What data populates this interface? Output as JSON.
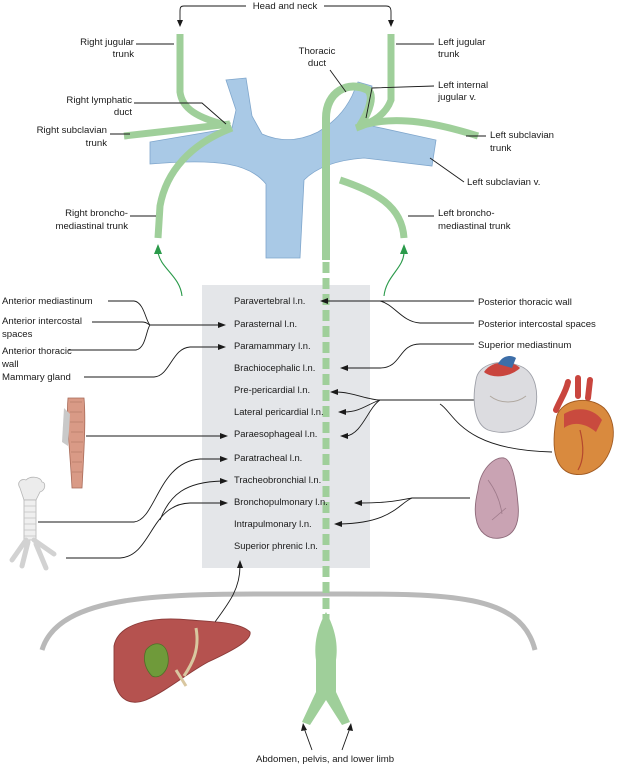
{
  "top_label": "Head and neck",
  "bottom_label": "Abdomen, pelvis, and lower limb",
  "vessels": {
    "right_jugular": [
      "Right jugular",
      "trunk"
    ],
    "left_jugular": [
      "Left jugular",
      "trunk"
    ],
    "thoracic_duct": [
      "Thoracic",
      "duct"
    ],
    "left_internal_jugular": [
      "Left internal",
      "jugular v."
    ],
    "right_lymphatic": [
      "Right lymphatic",
      "duct"
    ],
    "right_subclavian": [
      "Right subclavian",
      "trunk"
    ],
    "left_subclavian_trunk": [
      "Left subclavian",
      "trunk"
    ],
    "left_subclavian_v": "Left subclavian v.",
    "right_broncho": [
      "Right broncho-",
      "mediastinal trunk"
    ],
    "left_broncho": [
      "Left broncho-",
      "mediastinal trunk"
    ]
  },
  "nodes": [
    "Paravertebral l.n.",
    "Parasternal l.n.",
    "Paramammary l.n.",
    "Brachiocephalic l.n.",
    "Pre-pericardial l.n.",
    "Lateral pericardial l.n.",
    "Paraesophageal l.n.",
    "Paratracheal l.n.",
    "Tracheobronchial l.n.",
    "Bronchopulmonary l.n.",
    "Intrapulmonary l.n.",
    "Superior phrenic l.n."
  ],
  "left_sources": {
    "anterior_mediastinum": "Anterior mediastinum",
    "anterior_intercostal": [
      "Anterior intercostal",
      "spaces"
    ],
    "anterior_thoracic": [
      "Anterior thoracic",
      "wall"
    ],
    "mammary_gland": "Mammary gland"
  },
  "right_sources": {
    "posterior_thoracic_wall": "Posterior thoracic wall",
    "posterior_intercostal": "Posterior intercostal spaces",
    "superior_mediastinum": "Superior mediastinum"
  },
  "colors": {
    "lymph_vessel": "#9fcf9a",
    "vein": "#a9c9e6",
    "node_box": "#e4e6e9",
    "arrow_green": "#2a9a4a",
    "diaphragm": "#b9b9b9"
  }
}
